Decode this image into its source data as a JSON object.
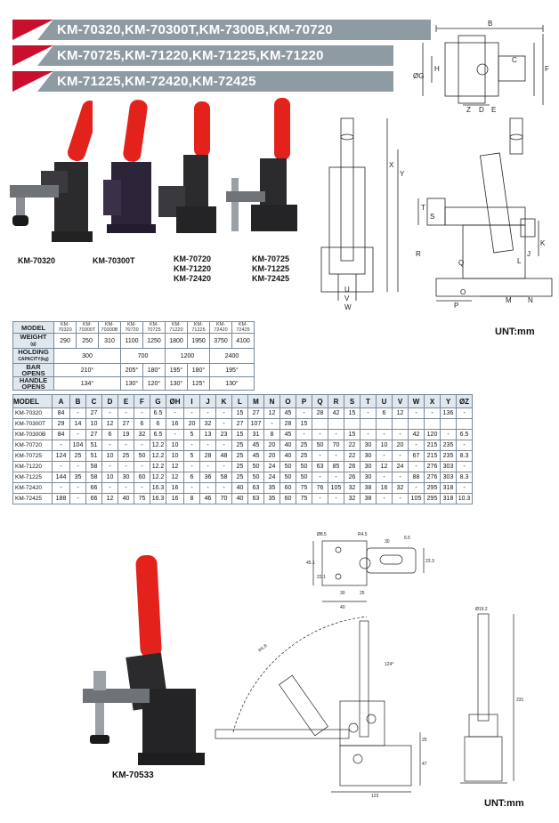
{
  "banners": [
    "KM-70320,KM-70300T,KM-7300B,KM-70720",
    "KM-70725,KM-71220,KM-71225,KM-71220",
    "KM-71225,KM-72420,KM-72425"
  ],
  "photo_captions": {
    "p1": "KM-70320",
    "p2": "KM-70300T",
    "p3": [
      "KM-70720",
      "KM-71220",
      "KM-72420"
    ],
    "p4": [
      "KM-70725",
      "KM-71225",
      "KM-72425"
    ],
    "bottom": "KM-70533"
  },
  "unit_label": "UNT:mm",
  "drawing_labels": {
    "top": [
      "B",
      "C",
      "F",
      "H",
      "ØG",
      "Z",
      "D",
      "E"
    ],
    "side": [
      "X",
      "Y",
      "T",
      "S",
      "R",
      "K",
      "J",
      "L",
      "Q",
      "O",
      "U",
      "V",
      "W",
      "P",
      "M",
      "N"
    ]
  },
  "spec_table": {
    "models": [
      "KM-70320",
      "KM-70300T",
      "KM-70300B",
      "KM-70720",
      "KM-70725",
      "KM-71220",
      "KM-71225",
      "KM-72420",
      "KM-72425"
    ],
    "rows": [
      {
        "label": "MODEL",
        "label2": "",
        "cells": []
      },
      {
        "label": "WEIGHT",
        "label2": "(g)",
        "cells": [
          "290",
          "250",
          "310",
          "1100",
          "1250",
          "1800",
          "1950",
          "3750",
          "4100"
        ]
      },
      {
        "label": "HOLDING",
        "label2": "CAPACITY(kg)",
        "cells": [
          "300",
          "700",
          "1200",
          "2400"
        ]
      },
      {
        "label": "BAR",
        "label2": "OPENS",
        "cells": [
          "210°",
          "205°",
          "180°",
          "195°",
          "180°",
          "195°"
        ]
      },
      {
        "label": "HANDLE",
        "label2": "OPENS",
        "cells": [
          "134°",
          "130°",
          "120°",
          "130°",
          "125°",
          "130°"
        ]
      }
    ]
  },
  "dim_table": {
    "headers": [
      "MODEL",
      "A",
      "B",
      "C",
      "D",
      "E",
      "F",
      "G",
      "ØH",
      "I",
      "J",
      "K",
      "L",
      "M",
      "N",
      "O",
      "P",
      "Q",
      "R",
      "S",
      "T",
      "U",
      "V",
      "W",
      "X",
      "Y",
      "ØZ"
    ],
    "rows": [
      [
        "KM-70320",
        "84",
        "-",
        "27",
        "-",
        "-",
        "-",
        "6.5",
        "-",
        "-",
        "-",
        "-",
        "15",
        "27",
        "12",
        "45",
        "-",
        "28",
        "42",
        "15",
        "-",
        "6",
        "12",
        "-",
        "-",
        "136",
        "-"
      ],
      [
        "KM-70300T",
        "29",
        "14",
        "10",
        "12",
        "27",
        "6",
        "6",
        "16",
        "20",
        "32",
        "-",
        "27",
        "107",
        "-",
        "28",
        "15",
        "",
        "",
        "",
        "",
        "",
        "",
        "",
        "",
        "",
        ""
      ],
      [
        "KM-70300B",
        "84",
        "-",
        "27",
        "6",
        "19",
        "32",
        "6.5",
        "-",
        "5",
        "13",
        "23",
        "15",
        "31",
        "8",
        "45",
        "-",
        "-",
        "-",
        "15",
        "-",
        "-",
        "-",
        "42",
        "120",
        "-",
        "6.5"
      ],
      [
        "KM-70720",
        "-",
        "104",
        "51",
        "-",
        "-",
        "-",
        "12.2",
        "10",
        "-",
        "-",
        "-",
        "25",
        "45",
        "20",
        "40",
        "25",
        "50",
        "70",
        "22",
        "30",
        "10",
        "20",
        "-",
        "215",
        "235",
        "-"
      ],
      [
        "KM-70725",
        "124",
        "25",
        "51",
        "10",
        "25",
        "50",
        "12.2",
        "10",
        "5",
        "28",
        "48",
        "25",
        "45",
        "20",
        "40",
        "25",
        "-",
        "-",
        "22",
        "30",
        "-",
        "-",
        "67",
        "215",
        "235",
        "8.3"
      ],
      [
        "KM-71220",
        "-",
        "-",
        "58",
        "-",
        "-",
        "-",
        "12.2",
        "12",
        "-",
        "-",
        "-",
        "25",
        "50",
        "24",
        "50",
        "50",
        "63",
        "85",
        "26",
        "30",
        "12",
        "24",
        "-",
        "276",
        "303",
        "-"
      ],
      [
        "KM-71225",
        "144",
        "35",
        "58",
        "10",
        "30",
        "60",
        "12.2",
        "12",
        "6",
        "36",
        "58",
        "25",
        "50",
        "24",
        "50",
        "50",
        "-",
        "-",
        "26",
        "30",
        "-",
        "-",
        "88",
        "276",
        "303",
        "8.3"
      ],
      [
        "KM-72420",
        "-",
        "-",
        "66",
        "-",
        "-",
        "-",
        "16.3",
        "16",
        "-",
        "-",
        "-",
        "40",
        "63",
        "35",
        "60",
        "75",
        "76",
        "105",
        "32",
        "38",
        "16",
        "32",
        "-",
        "295",
        "318",
        "-"
      ],
      [
        "KM-72425",
        "188",
        "-",
        "66",
        "12",
        "40",
        "75",
        "16.3",
        "16",
        "8",
        "46",
        "70",
        "40",
        "63",
        "35",
        "60",
        "75",
        "-",
        "-",
        "32",
        "38",
        "-",
        "-",
        "105",
        "295",
        "318",
        "10.3"
      ]
    ]
  },
  "bottom_drawing_labels": [
    "Ø8.5",
    "R4.5",
    "30",
    "6.5",
    "23.3",
    "45.1",
    "22.1",
    "30",
    "25",
    "40",
    "Ø19.2",
    "R5.8",
    "124°",
    "47",
    "123",
    "25",
    "231"
  ],
  "colors": {
    "banner_grey": "#8f9ba3",
    "banner_red": "#c8102e",
    "handle_red": "#e3231b",
    "body_dark": "#2b2b2e"
  }
}
